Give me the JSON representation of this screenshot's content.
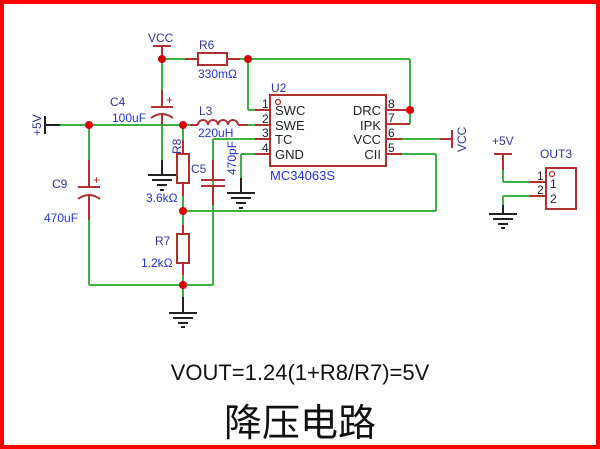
{
  "diagram": {
    "title": "降压电路",
    "formula": "VOUT=1.24(1+R8/R7)=5V",
    "colors": {
      "border": "#ff0000",
      "wire": "#3cb043",
      "component": "#b03030",
      "junction": "#dd0000",
      "label": "#333399",
      "value": "#2233dd"
    },
    "power": {
      "vcc_top": "VCC",
      "vcc_right": "VCC",
      "input": "+5V",
      "output": "+5V"
    },
    "components": {
      "R6": {
        "ref": "R6",
        "value": "330mΩ"
      },
      "R7": {
        "ref": "R7",
        "value": "1.2kΩ"
      },
      "R8": {
        "ref": "R8",
        "value": "3.6kΩ"
      },
      "C4": {
        "ref": "C4",
        "value": "100uF"
      },
      "C5": {
        "ref": "C5",
        "value": "470pF"
      },
      "C9": {
        "ref": "C9",
        "value": "470uF"
      },
      "L3": {
        "ref": "L3",
        "value": "220uH"
      },
      "U2": {
        "ref": "U2",
        "part": "MC34063S",
        "left_pins": [
          {
            "num": "1",
            "name": "SWC"
          },
          {
            "num": "2",
            "name": "SWE"
          },
          {
            "num": "3",
            "name": "TC"
          },
          {
            "num": "4",
            "name": "GND"
          }
        ],
        "right_pins": [
          {
            "num": "8",
            "name": "DRC"
          },
          {
            "num": "7",
            "name": "IPK"
          },
          {
            "num": "6",
            "name": "VCC"
          },
          {
            "num": "5",
            "name": "CII"
          }
        ]
      },
      "OUT3": {
        "ref": "OUT3",
        "pins": [
          "1",
          "2"
        ],
        "pin_labels": [
          "1",
          "2"
        ]
      }
    }
  }
}
